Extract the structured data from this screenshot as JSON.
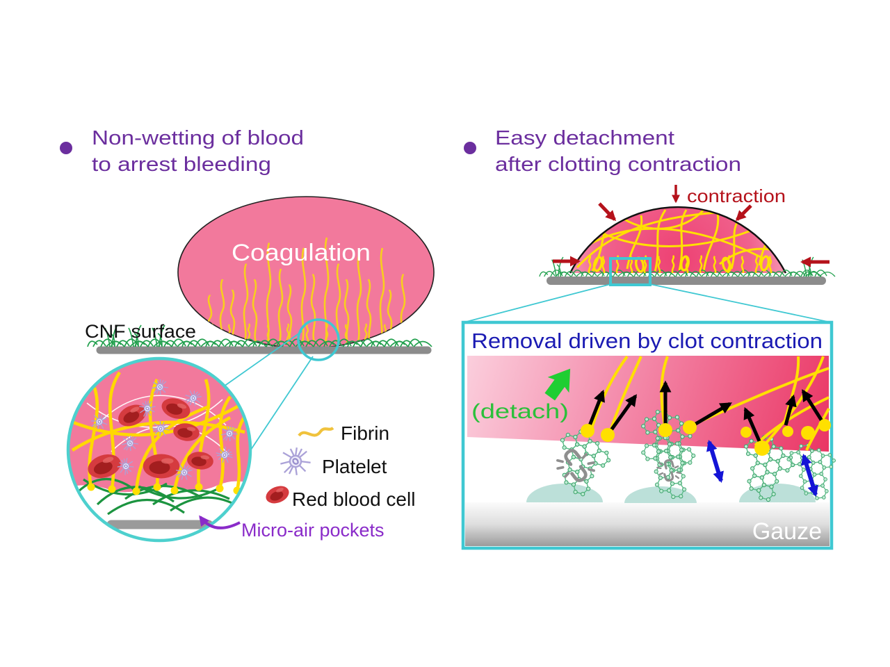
{
  "left_panel": {
    "header": {
      "line1": "Non-wetting of blood",
      "line2": "to arrest bleeding"
    },
    "coagulation_label": "Coagulation",
    "cnf_surface_label": "CNF surface",
    "legend": {
      "fibrin": "Fibrin",
      "platelet": "Platelet",
      "red_blood_cell": "Red blood cell",
      "micro_air_pockets": "Micro-air pockets"
    }
  },
  "right_panel": {
    "header": {
      "line1": "Easy detachment",
      "line2": "after clotting contraction"
    },
    "contraction_label": "contraction",
    "inset": {
      "title": "Removal driven by clot contraction",
      "detach_label": "(detach)",
      "gauze_label": "Gauze"
    }
  },
  "colors": {
    "header_purple": "#6B2E9E",
    "label_purple": "#8A2BC9",
    "blood_pink": "#F2799C",
    "clot_deep_pink": "#EA3463",
    "fibrin_yellow": "#FFD800",
    "cnf_green": "#22A04E",
    "dark_red": "#B5121B",
    "magnifier_cyan": "#3FC8D2",
    "inset_title_blue": "#1B1BB3",
    "detach_green": "#1FCE32",
    "surface_gray": "#8C8C8C",
    "rbc_red": "#D53B3F",
    "network_green": "#4DB47E",
    "movement_blue": "#1414D6"
  }
}
